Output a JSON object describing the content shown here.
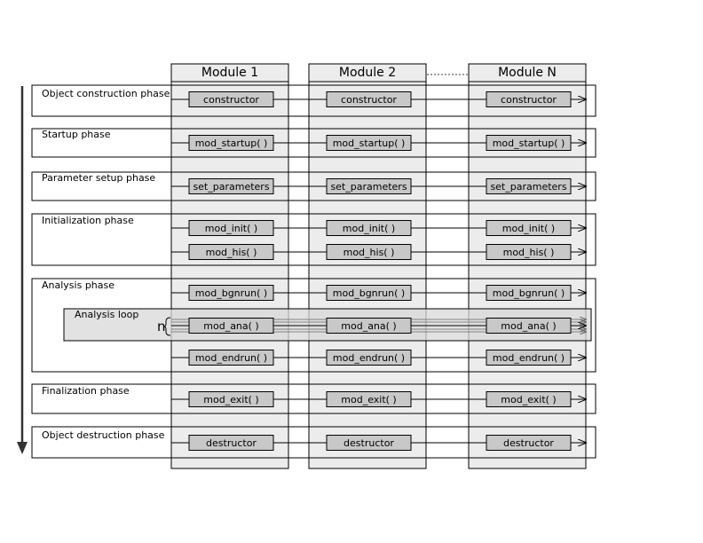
{
  "modules": [
    "Module 1",
    "Module 2",
    "Module N"
  ],
  "phases": [
    {
      "label": "Object construction phase",
      "rows": [
        "constructor"
      ]
    },
    {
      "label": "Startup phase",
      "rows": [
        "mod_startup( )"
      ]
    },
    {
      "label": "Parameter setup phase",
      "rows": [
        "set_parameters"
      ]
    },
    {
      "label": "Initialization phase",
      "rows": [
        "mod_init( )",
        "mod_his( )"
      ]
    },
    {
      "label": "Analysis phase",
      "rows": [
        "mod_bgnrun( )",
        "mod_ana( )",
        "mod_endrun( )"
      ]
    },
    {
      "label": "Finalization phase",
      "rows": [
        "mod_exit( )"
      ]
    },
    {
      "label": "Object destruction phase",
      "rows": [
        "destructor"
      ]
    }
  ],
  "analysis_loop": {
    "label": "Analysis loop",
    "count": "n"
  },
  "colors": {
    "module_column": "#ececec",
    "function_box": "#c8c8c8",
    "loop_band": "#d8d8d8",
    "stroke": "#000000"
  }
}
